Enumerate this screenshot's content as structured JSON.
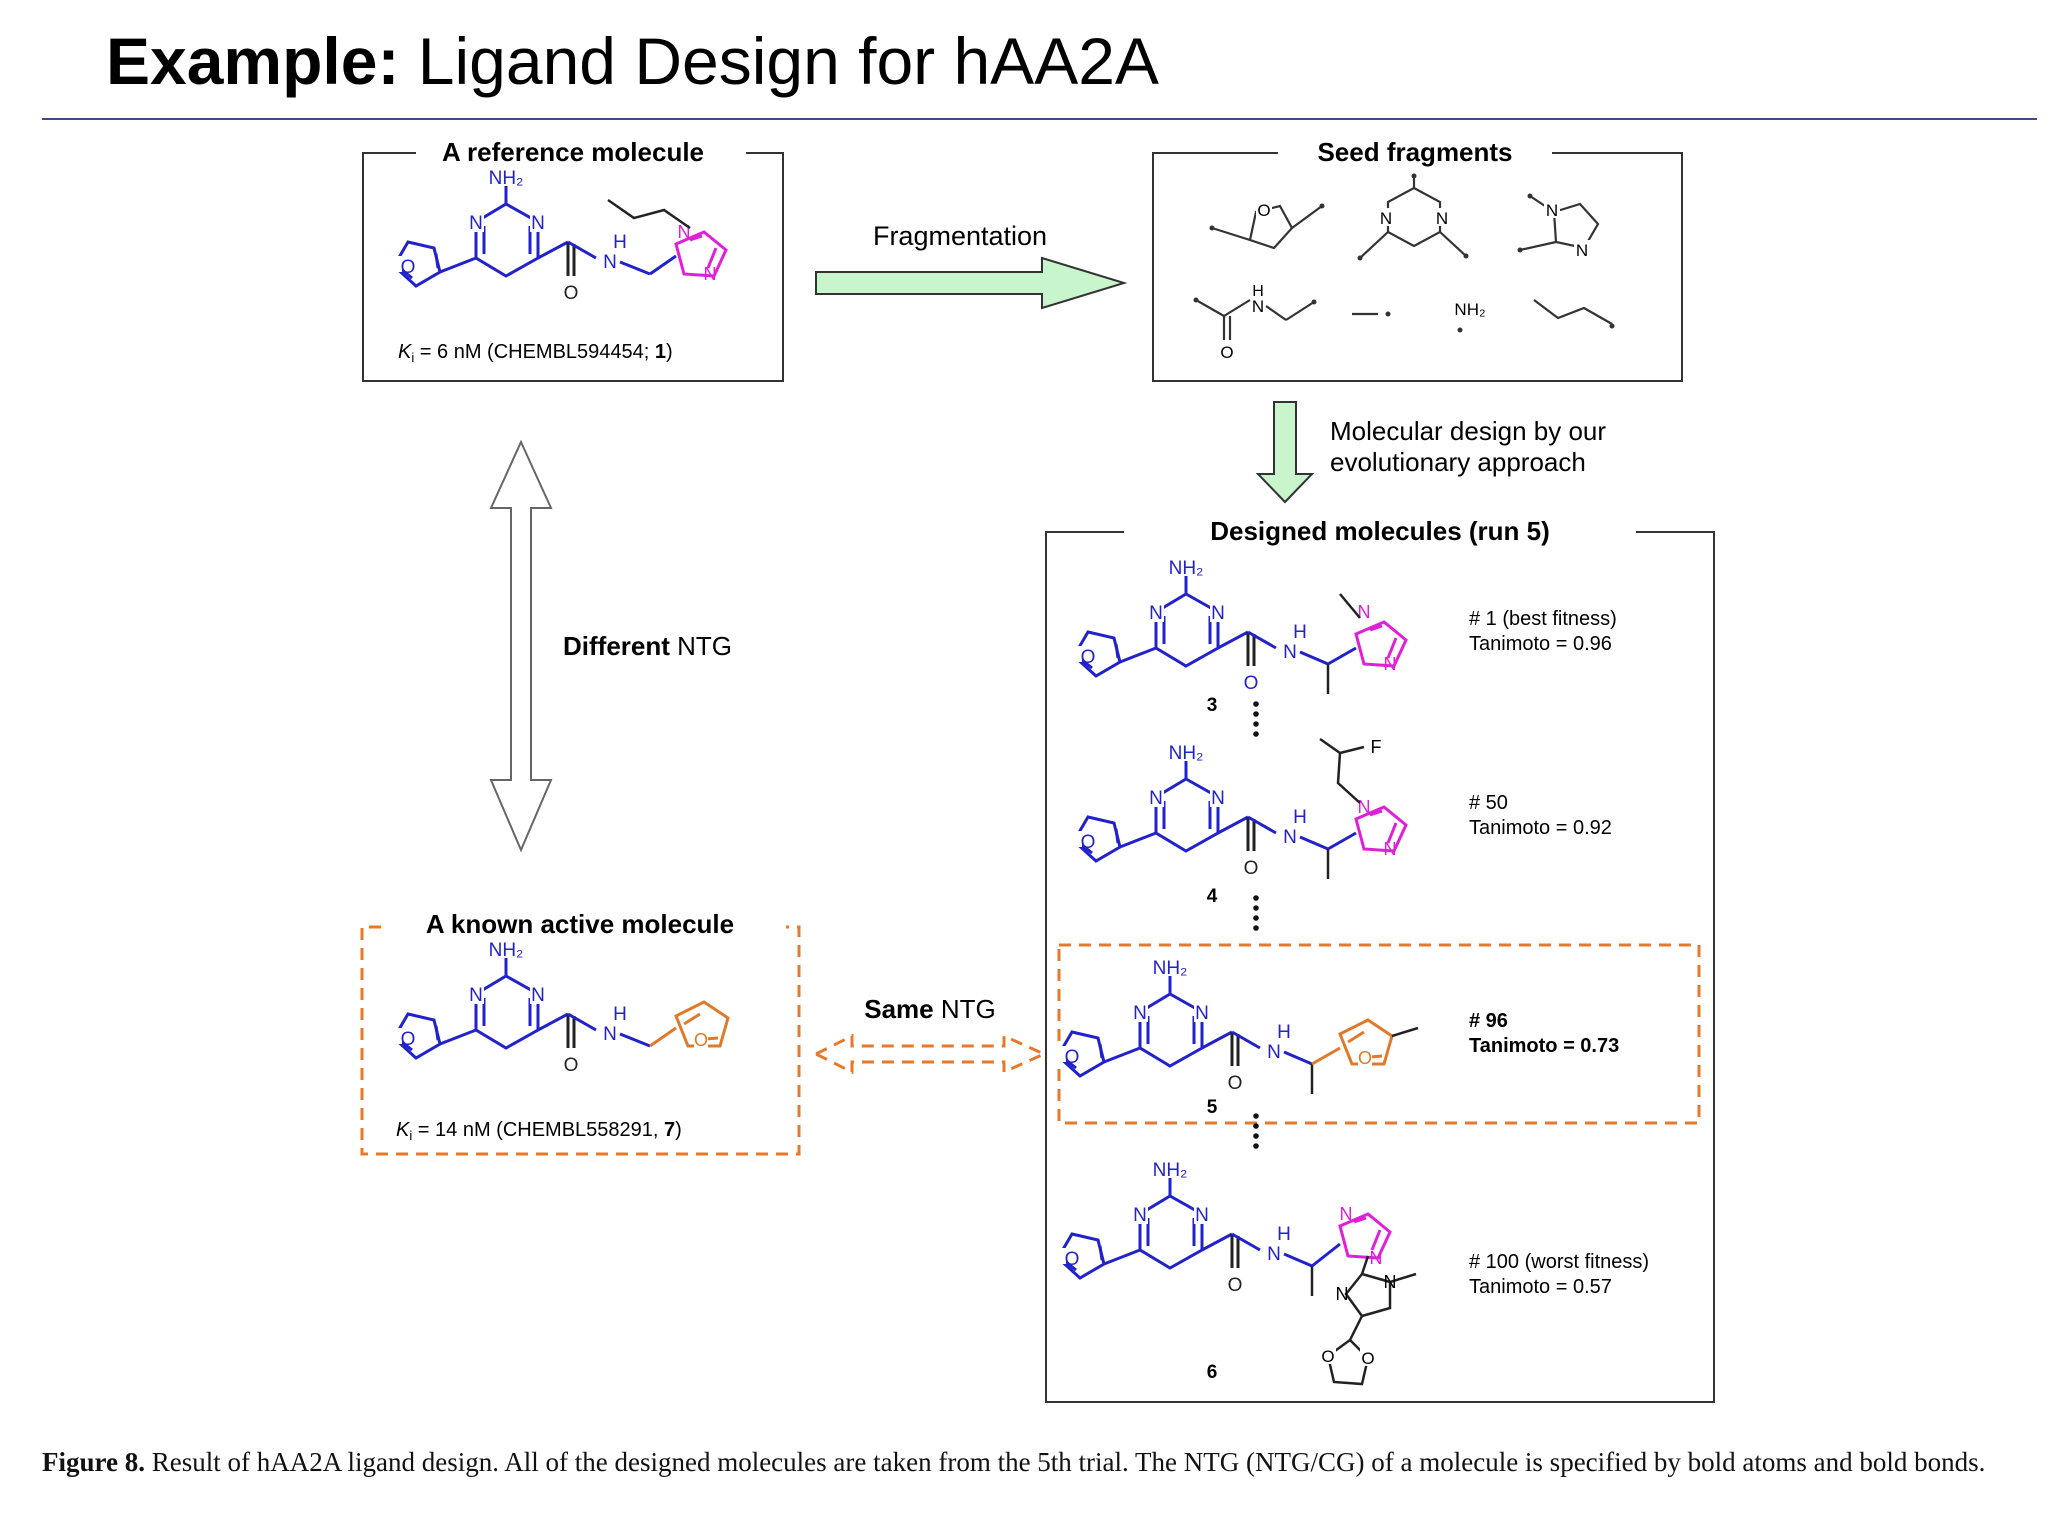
{
  "title": {
    "bold": "Example:",
    "rest": " Ligand Design for hAA2A"
  },
  "boxes": {
    "reference": {
      "title": "A reference molecule",
      "ki_label": "K",
      "ki_sub": "i",
      "ki_text": " = 6 nM (CHEMBL594454; ",
      "ki_num": "1",
      "ki_end": ")"
    },
    "seed": {
      "title": "Seed fragments"
    },
    "designed": {
      "title": "Designed molecules (run 5)"
    },
    "known": {
      "title": "A known active molecule",
      "ki_label": "K",
      "ki_sub": "i",
      "ki_text": " = 14 nM (CHEMBL558291, ",
      "ki_num": "7",
      "ki_end": ")"
    }
  },
  "arrows": {
    "fragmentation": "Fragmentation",
    "evolution_line1": "Molecular design by our",
    "evolution_line2": "evolutionary approach",
    "different_bold": "Different",
    "different_rest": " NTG",
    "same_bold": "Same",
    "same_rest": " NTG"
  },
  "atoms": {
    "nh2": "NH₂",
    "n": "N",
    "o": "O",
    "h": "H",
    "f": "F"
  },
  "designed_list": [
    {
      "number": "3",
      "rank": "# 1 (best fitness)",
      "tanimoto": "Tanimoto = 0.96",
      "bold": false
    },
    {
      "number": "4",
      "rank": "# 50",
      "tanimoto": "Tanimoto = 0.92",
      "bold": false
    },
    {
      "number": "5",
      "rank": "# 96",
      "tanimoto": "Tanimoto = 0.73",
      "bold": true
    },
    {
      "number": "6",
      "rank": "# 100 (worst fitness)",
      "tanimoto": "Tanimoto = 0.57",
      "bold": false
    }
  ],
  "caption": {
    "label": "Figure 8.",
    "text": " Result of hAA2A ligand design. All of the designed molecules are taken from the 5th trial. The NTG (NTG/CG) of a molecule is specified by bold atoms and bold bonds."
  },
  "colors": {
    "core": "#2222cc",
    "imidazole": "#e020d8",
    "furan_known": "#e07a2a",
    "dashed": "#e8782a",
    "arrow_fill": "#c8f5cc",
    "rule": "#3d4c7d"
  }
}
